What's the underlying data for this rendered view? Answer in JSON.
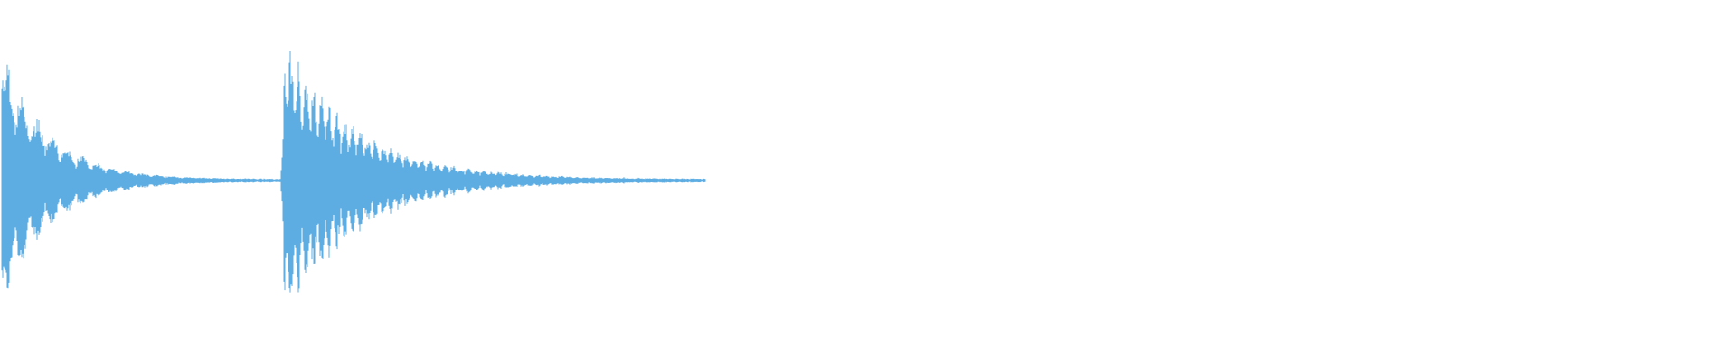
{
  "waveform": {
    "color": "#5dade2",
    "background": "#ffffff",
    "hits": [
      {
        "onset": 0.0,
        "peak": 0.86,
        "decay": 0.3,
        "ring_freq": 90
      },
      {
        "onset": 0.4,
        "peak": 0.9,
        "decay": 0.48,
        "ring_freq": 75
      }
    ],
    "noise_floor": 0.012
  }
}
